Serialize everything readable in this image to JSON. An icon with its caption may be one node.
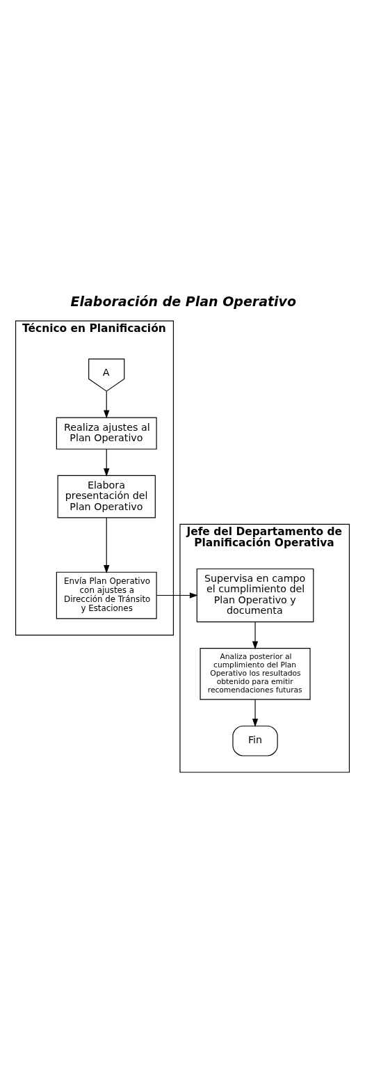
{
  "diagram": {
    "title": "Elaboración de Plan Operativo",
    "nodes": [
      {
        "text": [
          "Técnico en Planificación"
        ]
      },
      {
        "text": [
          "Jefe del Departamento de Planificación Operativa"
        ]
      },
      {
        "text": [
          "A"
        ],
        "in": 0
      },
      {
        "text": [
          "Realiza ajustes al Plan Operativo"
        ],
        "in": 0
      },
      {
        "text": [
          "Elabora presentación del Plan Operativo"
        ],
        "in": 0
      },
      {
        "text": [
          "Envía Plan Operativo con ajustes a Dirección de Tránsito y Estaciones"
        ],
        "in": 0
      },
      {
        "text": [
          "Supervisa en campo el cumplimiento del Plan Operativo y documenta"
        ],
        "in": 1
      },
      {
        "text": [
          "Analiza posterior al cumplimiento del Plan Operativo los resultados obtenido para emitir recomendaciones futuras"
        ],
        "in": 1
      },
      {
        "text": [
          "Fin"
        ],
        "in": 1
      }
    ],
    "edges": [
      {
        "from": 2,
        "to": 3,
        "arrow": "to"
      },
      {
        "from": 3,
        "to": 4,
        "arrow": "to"
      },
      {
        "from": 4,
        "to": 5,
        "arrow": "to"
      },
      {
        "from": 5,
        "to": 6,
        "arrow": "to"
      },
      {
        "from": 6,
        "to": 7,
        "arrow": "to"
      },
      {
        "from": 7,
        "to": 8,
        "arrow": "to"
      }
    ]
  }
}
